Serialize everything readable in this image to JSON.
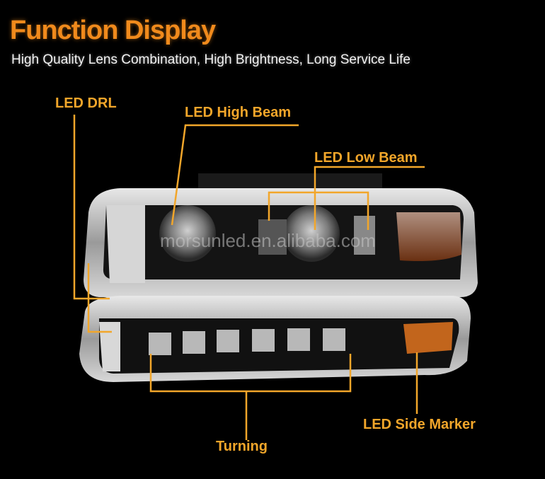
{
  "header": {
    "title": "Function Display",
    "subtitle": "High Quality Lens Combination, High Brightness, Long Service Life"
  },
  "callouts": [
    {
      "id": "drl",
      "label": "LED DRL"
    },
    {
      "id": "high-beam",
      "label": "LED High Beam"
    },
    {
      "id": "low-beam",
      "label": "LED Low Beam"
    },
    {
      "id": "side-marker",
      "label": "LED Side Marker"
    },
    {
      "id": "turning",
      "label": "Turning"
    }
  ],
  "image": {
    "subject": "headlight-assembly",
    "watermark": "morsunled.en.alibaba.com"
  },
  "colors": {
    "title": "#f08a1c",
    "callout": "#f2a62a",
    "background": "#000000",
    "amber_lens": "#8a4a1e"
  }
}
